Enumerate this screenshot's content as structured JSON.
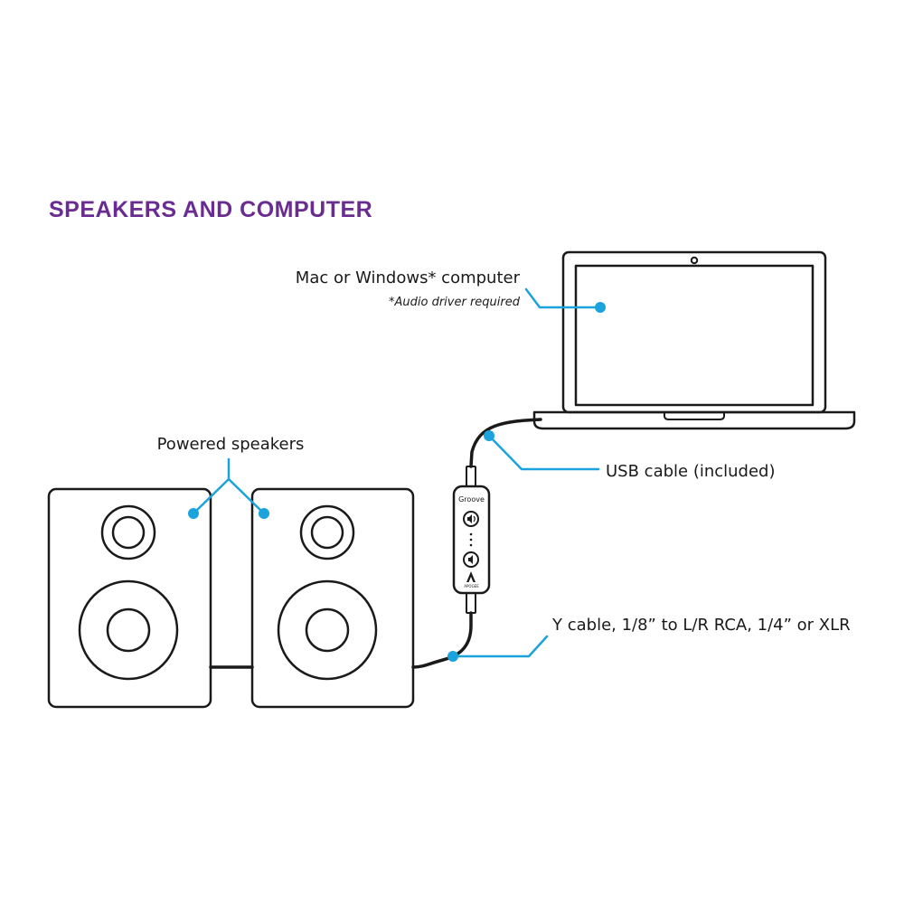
{
  "title": "SPEAKERS AND COMPUTER",
  "labels": {
    "computer": "Mac or Windows* computer",
    "computer_note": "*Audio driver required",
    "speakers": "Powered speakers",
    "usb": "USB cable (included)",
    "ycable": "Y cable, 1/8” to L/R RCA, 1/4” or XLR"
  },
  "device": {
    "name": "Groove",
    "brand": "APOGEE"
  },
  "colors": {
    "title": "#6a2c91",
    "callout": "#1aa3dc",
    "ink": "#1a1a1a"
  }
}
